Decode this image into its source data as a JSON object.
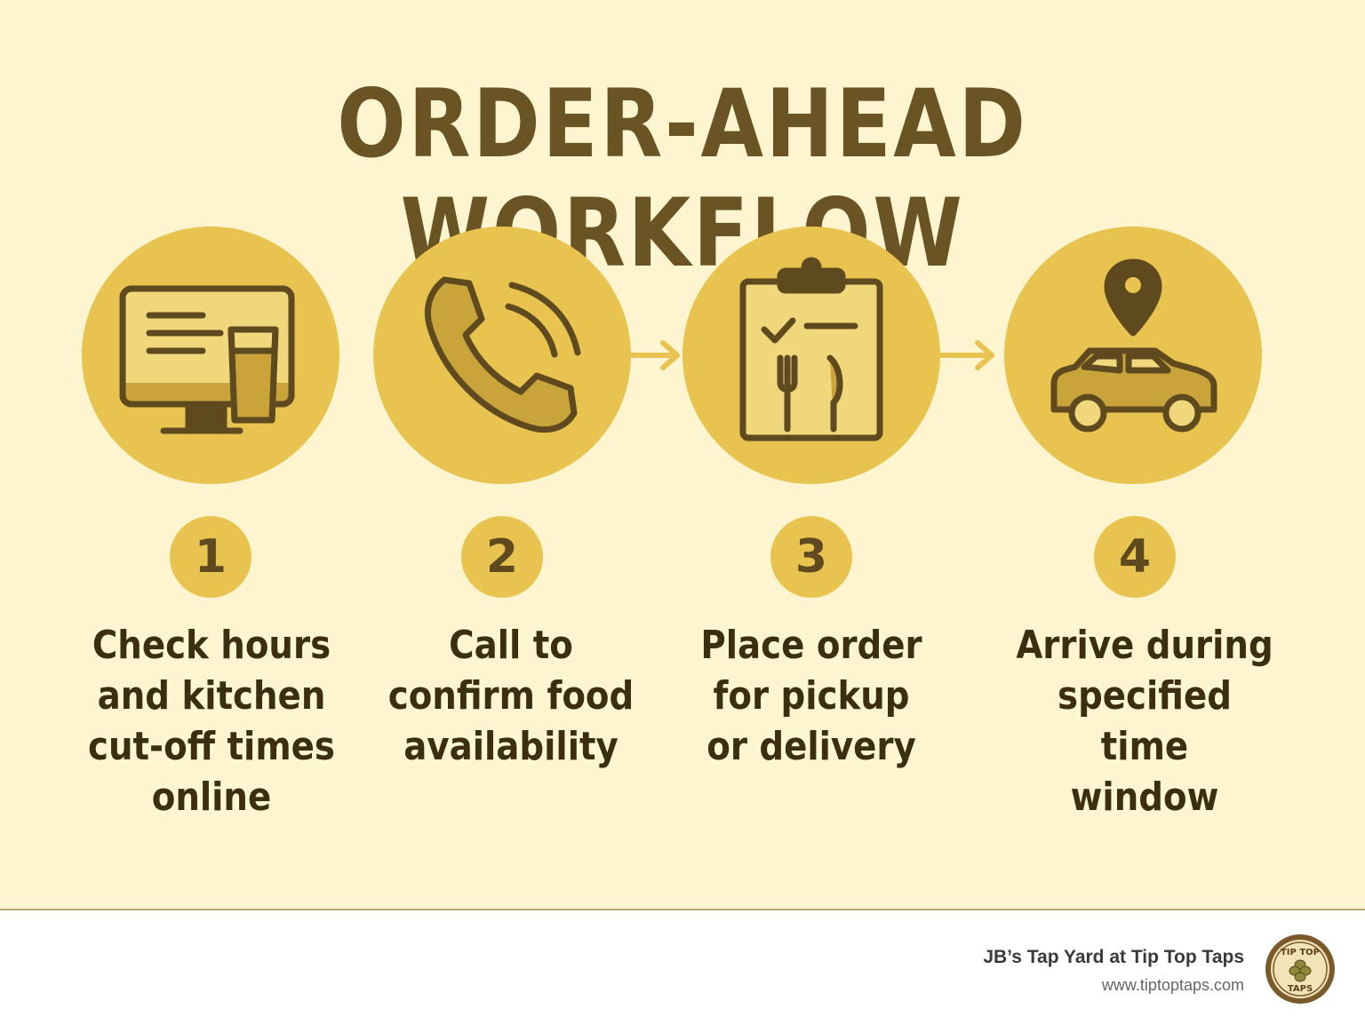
{
  "title": "ORDER-AHEAD WORKFLOW",
  "steps": [
    {
      "number": "1",
      "icon": "computer-beer-icon",
      "text": "Check hours\nand kitchen\ncut-off times\nonline"
    },
    {
      "number": "2",
      "icon": "phone-icon",
      "text": "Call to\nconfirm food\navailability"
    },
    {
      "number": "3",
      "icon": "clipboard-menu-icon",
      "text": "Place order\nfor pickup\nor delivery"
    },
    {
      "number": "4",
      "icon": "car-location-icon",
      "text": "Arrive during\nspecified time\nwindow"
    }
  ],
  "footer": {
    "brand": "JB’s Tap Yard at Tip Top Taps",
    "url": "www.tiptoptaps.com",
    "logo_text_top": "TIP TOP",
    "logo_text_bottom": "TAPS"
  },
  "colors": {
    "background": "#fdf5cf",
    "circle": "#e8c34f",
    "icon_stroke": "#5e4a1e",
    "title": "#6b5424"
  }
}
